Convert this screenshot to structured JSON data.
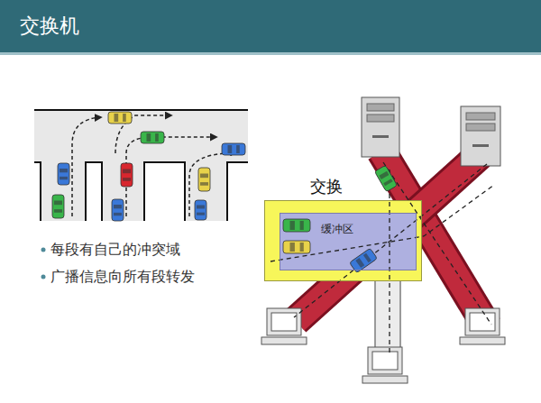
{
  "diagram": {
    "title": "交换机",
    "nodes": [
      {
        "text": [
          "交换"
        ]
      },
      {
        "text": [
          "缓冲区"
        ],
        "in": 0
      }
    ],
    "labels": [
      "每段有自己的冲突域",
      "广播信息向所有段转发"
    ]
  }
}
